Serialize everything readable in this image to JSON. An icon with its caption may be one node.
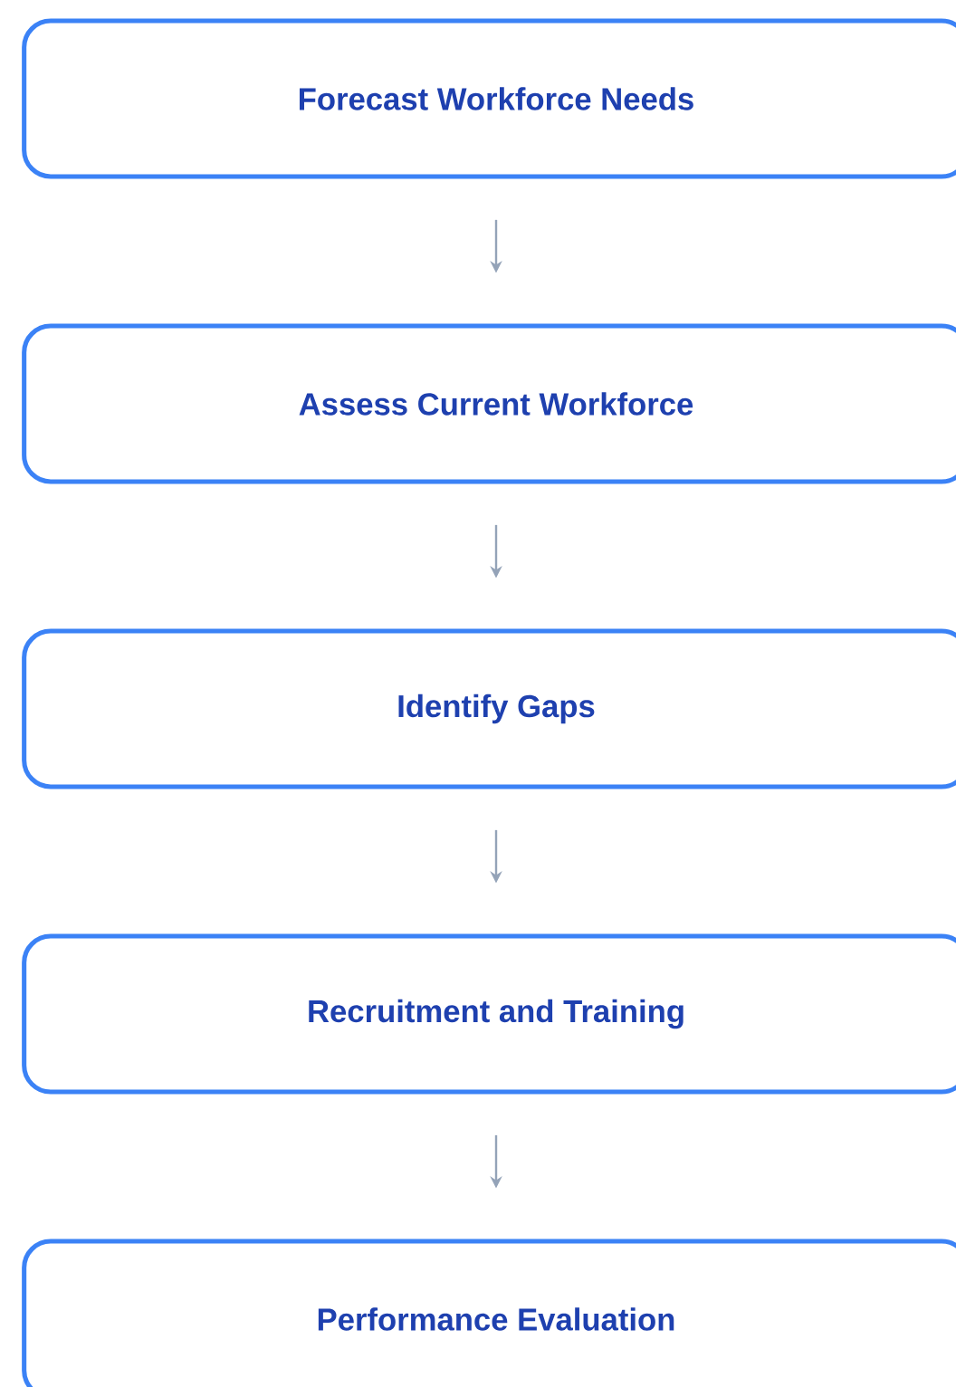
{
  "diagram": {
    "nodes": [
      {
        "text": [
          "Forecast Workforce Needs"
        ]
      },
      {
        "text": [
          "Assess Current Workforce"
        ]
      },
      {
        "text": [
          "Identify Gaps"
        ]
      },
      {
        "text": [
          "Recruitment and Training"
        ]
      },
      {
        "text": [
          "Performance Evaluation"
        ]
      }
    ],
    "edges": [
      {
        "from": 0,
        "to": 1,
        "arrow": "to"
      },
      {
        "from": 1,
        "to": 2,
        "arrow": "to"
      },
      {
        "from": 2,
        "to": 3,
        "arrow": "to"
      },
      {
        "from": 3,
        "to": 4,
        "arrow": "to"
      }
    ]
  }
}
